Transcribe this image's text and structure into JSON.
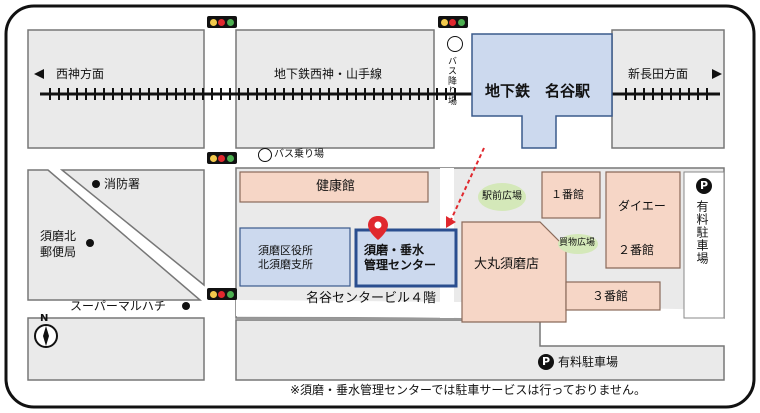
{
  "labels": {
    "west": "西神方面",
    "line": "地下鉄西神・山手線",
    "east": "新長田方面",
    "station": "地下鉄　名谷駅",
    "bus_drop": "バス降り場",
    "bus_stop": "バス乗り場",
    "fire": "消防署",
    "post": "須磨北\n郵便局",
    "super": "スーパーマルハチ",
    "kenko": "健康館",
    "ward": "須磨区役所\n北須磨支所",
    "center": "須磨・垂水\n管理センター",
    "building": "名谷センタービル４階",
    "plaza": "駅前広場",
    "kan1": "１番館",
    "daiei": "ダイエー",
    "kan2": "２番館",
    "kan3": "３番館",
    "kaimono": "買物広場",
    "daimaru": "大丸須磨店",
    "parking_v": "有料駐車場",
    "parking_h": "有料駐車場",
    "parking_p": "P",
    "north": "N",
    "note": "※須磨・垂水管理センターでは駐車サービスは行っておりません。"
  },
  "colors": {
    "highlight": "#4f81bd",
    "station": "#ccd9ee",
    "building": "#f6d6c6",
    "green": "#d4e8b9",
    "pin": "#e0282e",
    "arrow": "#e0282e"
  }
}
